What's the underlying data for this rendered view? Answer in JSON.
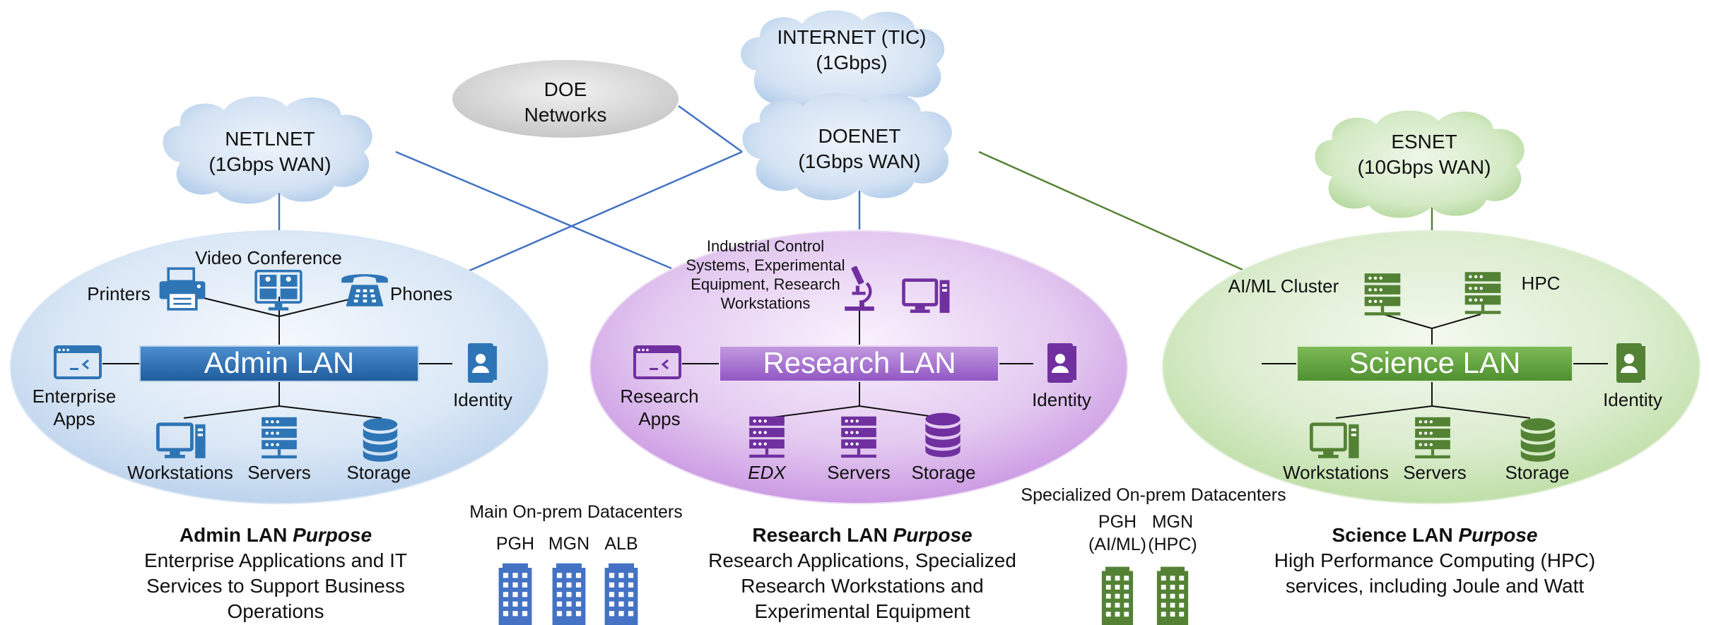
{
  "clouds": {
    "internet": {
      "line1": "INTERNET (TIC)",
      "line2": "(1Gbps)"
    },
    "doenet": {
      "line1": "DOENET",
      "line2": "(1Gbps WAN)"
    },
    "netlnet": {
      "line1": "NETLNET",
      "line2": "(1Gbps WAN)"
    },
    "esnet": {
      "line1": "ESNET",
      "line2": "(10Gbps WAN)"
    },
    "doe_networks": {
      "line1": "DOE",
      "line2": "Networks"
    }
  },
  "admin": {
    "title": "Admin LAN",
    "video": "Video Conference",
    "printers": "Printers",
    "phones": "Phones",
    "enterprise_l1": "Enterprise",
    "enterprise_l2": "Apps",
    "identity": "Identity",
    "workstations": "Workstations",
    "servers": "Servers",
    "storage": "Storage",
    "purpose_head": "Admin LAN",
    "purpose_em": "Purpose",
    "purpose_l1": "Enterprise Applications and IT",
    "purpose_l2": "Services to Support Business",
    "purpose_l3": "Operations"
  },
  "research": {
    "title": "Research LAN",
    "ics_l1": "Industrial Control",
    "ics_l2": "Systems, Experimental",
    "ics_l3": "Equipment, Research",
    "ics_l4": "Workstations",
    "apps_l1": "Research",
    "apps_l2": "Apps",
    "identity": "Identity",
    "edx": "EDX",
    "servers": "Servers",
    "storage": "Storage",
    "purpose_head": "Research LAN",
    "purpose_em": "Purpose",
    "purpose_l1": "Research Applications, Specialized",
    "purpose_l2": "Research Workstations and",
    "purpose_l3": "Experimental Equipment"
  },
  "science": {
    "title": "Science LAN",
    "aiml": "AI/ML Cluster",
    "hpc": "HPC",
    "identity": "Identity",
    "workstations": "Workstations",
    "servers": "Servers",
    "storage": "Storage",
    "purpose_head": "Science LAN",
    "purpose_em": "Purpose",
    "purpose_l1": "High Performance Computing (HPC)",
    "purpose_l2": "services, including Joule and Watt"
  },
  "main_dc": {
    "title": "Main On-prem Datacenters",
    "sites": [
      "PGH",
      "MGN",
      "ALB"
    ]
  },
  "spec_dc": {
    "title": "Specialized On-prem Datacenters",
    "sites": [
      {
        "name": "PGH",
        "sub": "(AI/ML)"
      },
      {
        "name": "MGN",
        "sub": "(HPC)"
      }
    ]
  },
  "colors": {
    "admin_accent": "#2E75B6",
    "research_accent": "#7030A0",
    "science_accent": "#548235",
    "blue_link": "#4472C4",
    "green_link": "#548235"
  }
}
